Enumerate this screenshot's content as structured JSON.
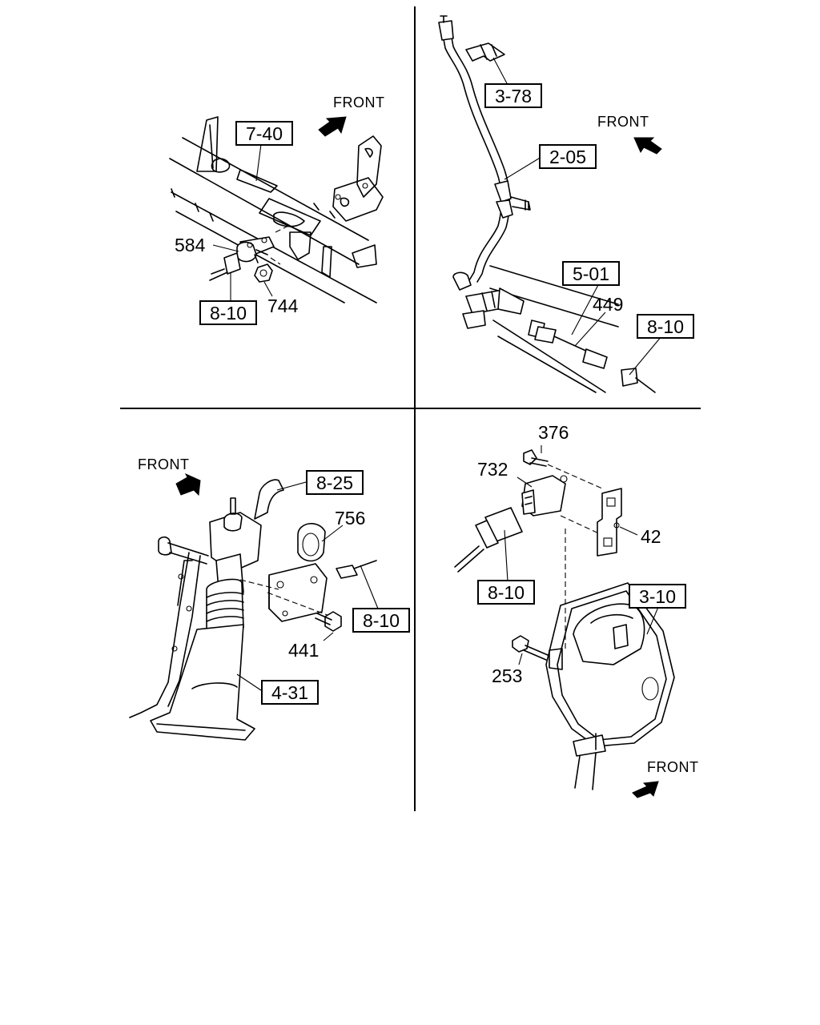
{
  "panels": {
    "top_left": {
      "front": "FRONT",
      "refs": [
        "7-40",
        "8-10"
      ],
      "parts": [
        "584",
        "744"
      ]
    },
    "top_right": {
      "front": "FRONT",
      "refs": [
        "3-78",
        "2-05",
        "5-01",
        "8-10"
      ],
      "parts": [
        "449"
      ]
    },
    "bottom_left": {
      "front": "FRONT",
      "refs": [
        "8-25",
        "8-10",
        "4-31"
      ],
      "parts": [
        "756",
        "441"
      ]
    },
    "bottom_right": {
      "front": "FRONT",
      "refs": [
        "8-10",
        "3-10"
      ],
      "parts": [
        "376",
        "732",
        "42",
        "253"
      ]
    }
  }
}
